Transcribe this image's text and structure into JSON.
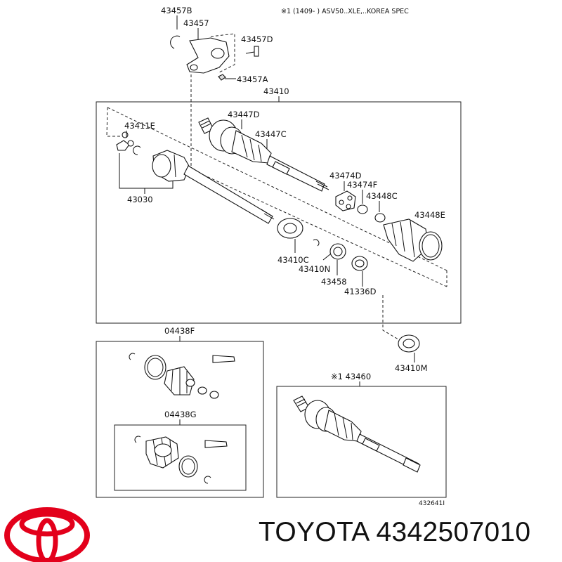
{
  "header": {
    "note": "※1 (1409-       ) ASV50..XLE,..KOREA SPEC"
  },
  "labels": {
    "p43457B": "43457B",
    "p43457": "43457",
    "p43457D": "43457D",
    "p43457A": "43457A",
    "p43410": "43410",
    "p43447D": "43447D",
    "p43447C": "43447C",
    "p43411E": "43411E",
    "p43030": "43030",
    "p43474D": "43474D",
    "p43474F": "43474F",
    "p43448C": "43448C",
    "p43448E": "43448E",
    "p43410C": "43410C",
    "p43410N": "43410N",
    "p43458": "43458",
    "p41336D": "41336D",
    "p43410M": "43410M",
    "p04438F": "04438F",
    "p04438G": "04438G",
    "p43460": "※1 43460",
    "drawing_code": "432641I"
  },
  "brand": {
    "name": "TOYOTA 4342507010",
    "logo_color": "#e3001b"
  }
}
